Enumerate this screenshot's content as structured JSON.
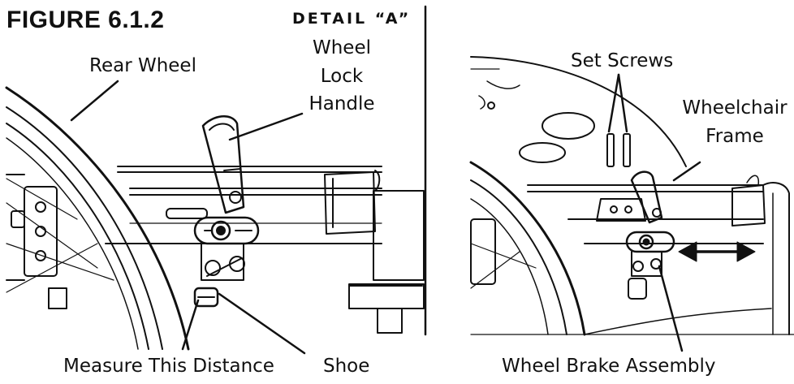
{
  "figure_title": "FIGURE 6.1.2",
  "detail_label": "DETAIL “A”",
  "labels": {
    "rear_wheel": "Rear Wheel",
    "wheel_lock_handle": [
      "Wheel",
      "Lock",
      "Handle"
    ],
    "measure_distance": "Measure This Distance",
    "shoe": "Shoe",
    "set_screws": "Set Screws",
    "wheelchair_frame": [
      "Wheelchair",
      "Frame"
    ],
    "wheel_brake_assembly": "Wheel Brake Assembly"
  },
  "colors": {
    "line": "#111111",
    "background": "#ffffff",
    "shade": "#dcdcdc"
  }
}
